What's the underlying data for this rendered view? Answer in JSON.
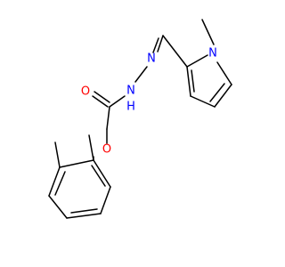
{
  "molecule": {
    "atoms": {
      "carbonyl_oxygen": "O",
      "amide_nitrogen": "N",
      "amide_hydrogen": "H",
      "imine_nitrogen": "N",
      "pyrrole_nitrogen": "N",
      "ether_oxygen": "O"
    },
    "colors": {
      "bond": "#000000",
      "oxygen": "#ff0000",
      "nitrogen": "#0000ff"
    }
  }
}
